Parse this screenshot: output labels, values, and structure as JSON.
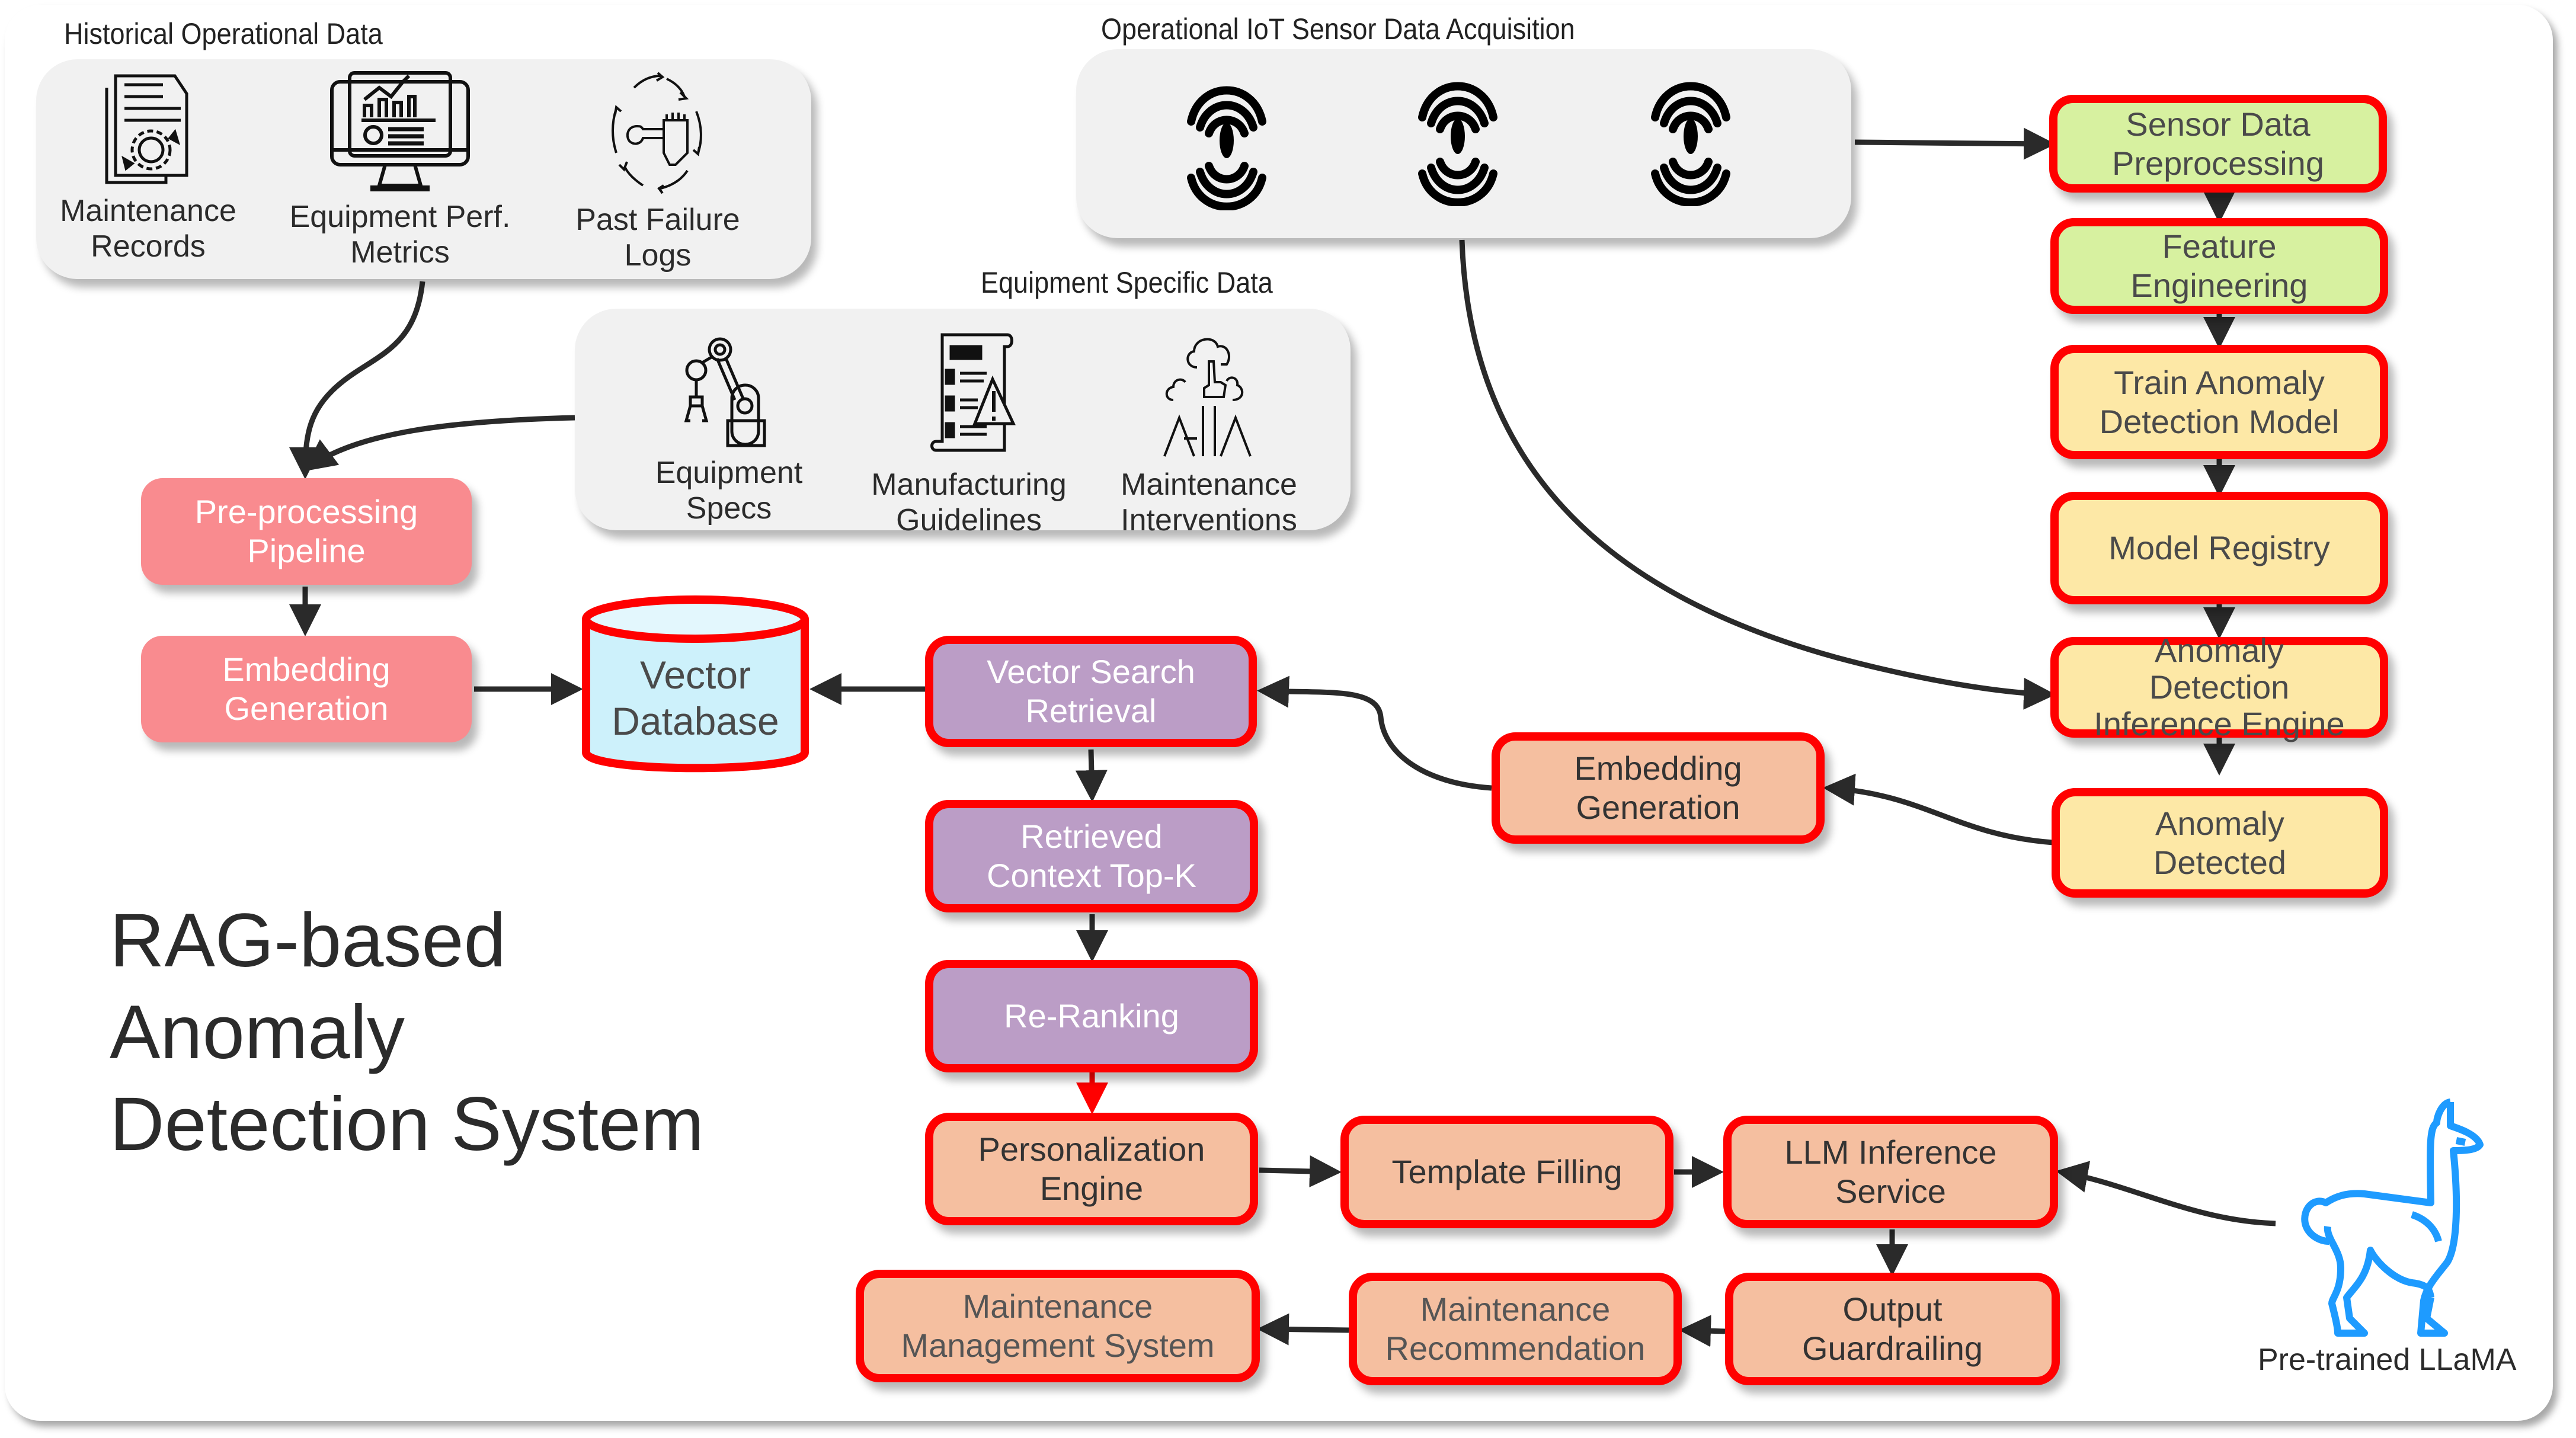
{
  "title": "RAG-based\nAnomaly\nDetection System",
  "colors": {
    "border_red": "#ff0000",
    "green_fill": "#d7f1a0",
    "yellow_fill": "#fde8a6",
    "pink_fill": "#f98b8f",
    "purple_fill": "#bb9dc6",
    "peach_fill": "#f5bfa0",
    "db_fill": "#cdf1fb",
    "llama_blue": "#1e9bff",
    "arrow": "#2a2a2a"
  },
  "groups": {
    "historical": {
      "title": "Historical Operational Data",
      "items": [
        {
          "icon": "maintenance-records-icon",
          "label": "Maintenance\nRecords"
        },
        {
          "icon": "equipment-metrics-monitor-icon",
          "label": "Equipment Perf.\nMetrics"
        },
        {
          "icon": "failure-log-cycle-icon",
          "label": "Past Failure\nLogs"
        }
      ]
    },
    "iot": {
      "title": "Operational IoT Sensor Data Acquisition",
      "items": [
        {
          "icon": "sensor-signal-icon"
        },
        {
          "icon": "sensor-signal-icon"
        },
        {
          "icon": "sensor-signal-icon"
        }
      ]
    },
    "equipment": {
      "title": "Equipment Specific Data",
      "items": [
        {
          "icon": "robotic-arm-icon",
          "label": "Equipment\nSpecs"
        },
        {
          "icon": "guidelines-warning-icon",
          "label": "Manufacturing\nGuidelines"
        },
        {
          "icon": "cloud-hand-icon",
          "label": "Maintenance\nInterventions"
        }
      ]
    }
  },
  "nodes": {
    "sensor_preprocessing": "Sensor Data\nPreprocessing",
    "feature_engineering": "Feature\nEngineering",
    "train_model": "Train Anomaly\nDetection Model",
    "model_registry": "Model Registry",
    "inference_engine": "Anomaly\nDetection\nInference Engine",
    "anomaly_detected": "Anomaly\nDetected",
    "preprocessing_pipeline": "Pre-processing\nPipeline",
    "embedding_left": "Embedding\nGeneration",
    "vector_db": "Vector\nDatabase",
    "vector_search": "Vector Search\nRetrieval",
    "retrieved_context": "Retrieved\nContext Top-K",
    "re_ranking": "Re-Ranking",
    "embedding_right": "Embedding\nGeneration",
    "personalization": "Personalization\nEngine",
    "template_filling": "Template Filling",
    "llm_inference": "LLM Inference\nService",
    "output_guardrailing": "Output\nGuardrailing",
    "maintenance_recommendation": "Maintenance\nRecommendation",
    "mms": "Maintenance\nManagement System"
  },
  "llama": {
    "icon": "llama-icon",
    "label": "Pre-trained LLaMA"
  }
}
